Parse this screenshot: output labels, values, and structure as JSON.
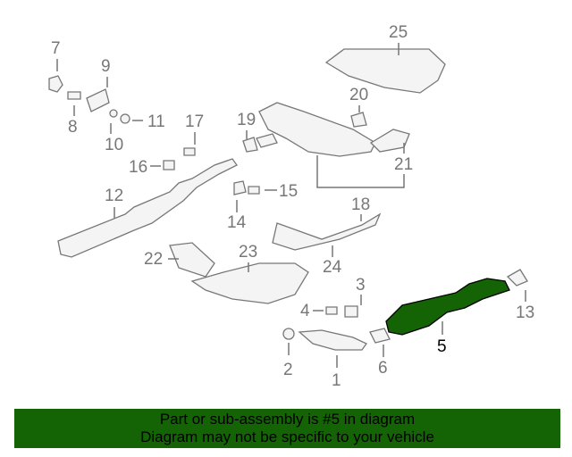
{
  "diagram": {
    "callouts": [
      "7",
      "9",
      "8",
      "10",
      "11",
      "17",
      "19",
      "16",
      "12",
      "15",
      "14",
      "25",
      "20",
      "21",
      "18",
      "22",
      "23",
      "24",
      "3",
      "4",
      "13",
      "5",
      "2",
      "6",
      "1"
    ],
    "highlighted_part": "5",
    "highlight_color": "#146405"
  },
  "banner": {
    "line1": "Part or sub-assembly is #5 in diagram",
    "line2": "Diagram may not be specific to your vehicle",
    "background": "#146405"
  }
}
